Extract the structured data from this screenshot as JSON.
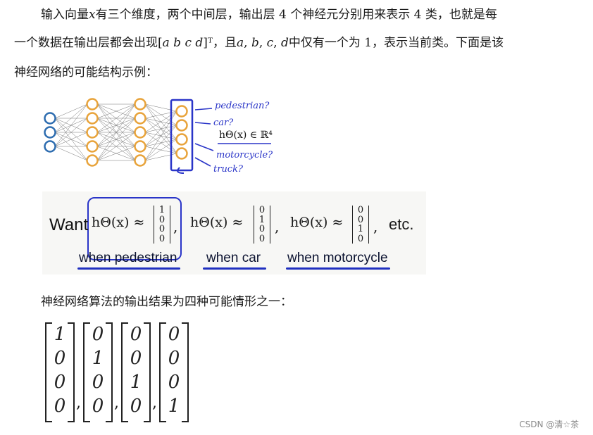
{
  "text": {
    "p1": "输入向量𝑥有三个维度，两个中间层，输出层 4 个神经元分别用来表示 4 类，也就是每",
    "p2": "一个数据在输出层都会出现[𝑎  𝑏  𝑐  𝑑]ᵀ，且𝑎, 𝑏, 𝑐, 𝑑中仅有一个为 1，表示当前类。下面是该",
    "p3": "神经网络的可能结构示例：",
    "p4": "神经网络算法的输出结果为四种可能情形之一："
  },
  "figure_nn": {
    "annotations": [
      "pedestrian?",
      "car?",
      "hΘ(x) ∈ ℝ⁴",
      "motorcycle?",
      "truck?"
    ]
  },
  "want_panel": {
    "want_word": "Want",
    "hx": "hΘ(x) ≈",
    "vectors": [
      [
        "1",
        "0",
        "0",
        "0"
      ],
      [
        "0",
        "1",
        "0",
        "0"
      ],
      [
        "0",
        "0",
        "1",
        "0"
      ]
    ],
    "etc": "etc.",
    "labels": [
      "when pedestrian",
      "when car",
      "when motorcycle"
    ]
  },
  "matrices": [
    [
      "1",
      "0",
      "0",
      "0"
    ],
    [
      "0",
      "1",
      "0",
      "0"
    ],
    [
      "0",
      "0",
      "1",
      "0"
    ],
    [
      "0",
      "0",
      "0",
      "1"
    ]
  ],
  "footer": "CSDN @清☆茶",
  "colors": {
    "annotation_ink": "#2a35c8",
    "input_node": "#2e6db0",
    "hidden_node": "#e8a33a"
  }
}
